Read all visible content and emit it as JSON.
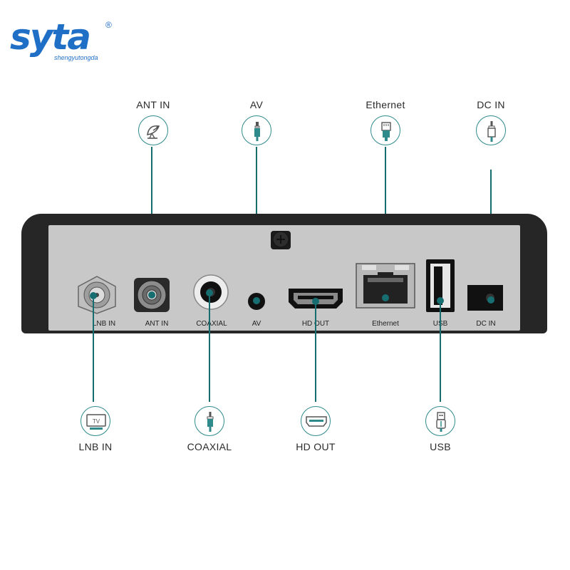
{
  "brand": {
    "name": "syta",
    "reg": "®",
    "sub": "shengyutongda"
  },
  "top_callouts": [
    {
      "label": "ANT IN",
      "icon": "satellite-dish-icon"
    },
    {
      "label": "AV",
      "icon": "audio-jack-icon"
    },
    {
      "label": "Ethernet",
      "icon": "ethernet-plug-icon"
    },
    {
      "label": "DC IN",
      "icon": "power-plug-icon"
    }
  ],
  "bottom_callouts": [
    {
      "label": "LNB IN",
      "icon": "tv-icon",
      "icon_text": "TV"
    },
    {
      "label": "COAXIAL",
      "icon": "coaxial-plug-icon"
    },
    {
      "label": "HD OUT",
      "icon": "hdmi-icon"
    },
    {
      "label": "USB",
      "icon": "usb-icon"
    }
  ],
  "ports": [
    "LNB IN",
    "ANT IN",
    "COAXIAL",
    "AV",
    "HD OUT",
    "Ethernet",
    "USB",
    "DC IN"
  ],
  "colors": {
    "accent": "#166e70",
    "brand": "#1f6fc7",
    "case": "#262626",
    "panel": "#c8c8c8"
  }
}
